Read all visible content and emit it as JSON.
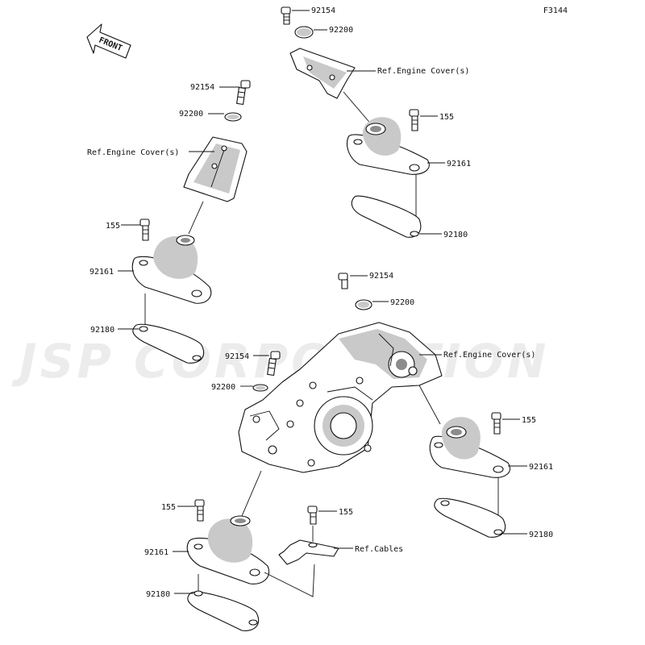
{
  "figure_code": "F3144",
  "front_label": "FRONT",
  "watermark": "JSP CORPORATION",
  "labels": {
    "l1": "92154",
    "l2": "92200",
    "l3": "Ref.Engine Cover(s)",
    "l4": "155",
    "l5": "92161",
    "l6": "92180",
    "l7": "92154",
    "l8": "92200",
    "l9": "Ref.Engine Cover(s)",
    "l10": "155",
    "l11": "92161",
    "l12": "92180",
    "l13": "92154",
    "l14": "92200",
    "l15": "Ref.Engine Cover(s)",
    "l16": "92154",
    "l17": "92200",
    "l18": "155",
    "l19": "92161",
    "l20": "92180",
    "l21": "155",
    "l22": "155",
    "l23": "Ref.Cables",
    "l24": "92161",
    "l25": "92180"
  }
}
